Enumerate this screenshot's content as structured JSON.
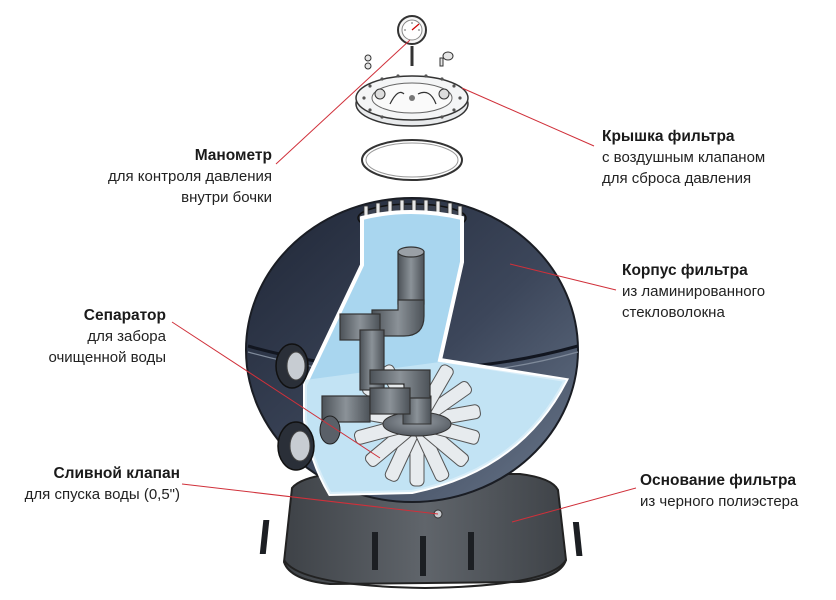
{
  "callouts": {
    "manometer": {
      "title": "Манометр",
      "desc1": "для контроля давления",
      "desc2": "внутри бочки"
    },
    "lid": {
      "title": "Крышка фильтра",
      "desc1": "с воздушным клапаном",
      "desc2": "для сброса давления"
    },
    "body": {
      "title": "Корпус фильтра",
      "desc1": "из ламинированного",
      "desc2": "стекловолокна"
    },
    "separator": {
      "title": "Сепаратор",
      "desc1": "для забора",
      "desc2": "очищенной воды"
    },
    "drain": {
      "title": "Сливной клапан",
      "desc1": "для спуска воды (0,5\")"
    },
    "base": {
      "title": "Основание фильтра",
      "desc1": "из черного полиэстера"
    }
  },
  "colors": {
    "leader_line": "#d0303a",
    "tank_dark": "#2b3346",
    "tank_light": "#5d6b80",
    "water": "#a9d6ef",
    "base": "#5a5e63",
    "pipe": "#6e747b"
  }
}
